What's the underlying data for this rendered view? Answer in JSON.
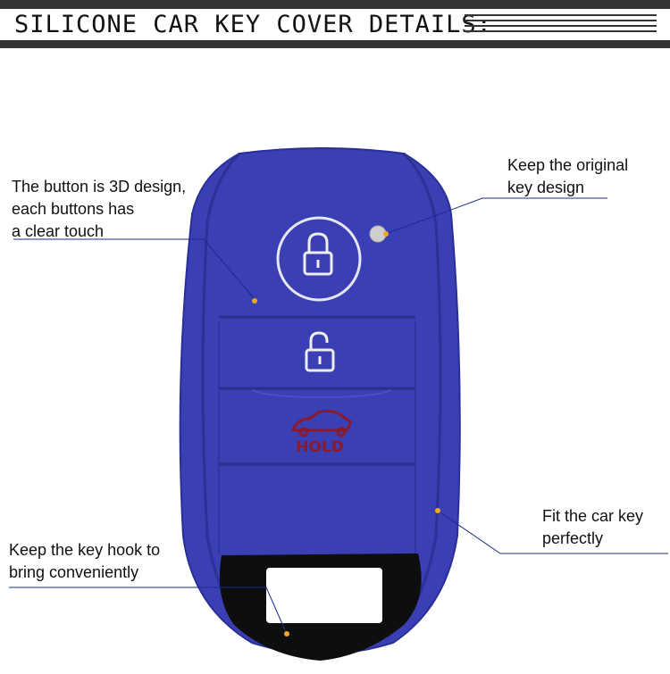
{
  "header": {
    "title": "SILICONE CAR KEY COVER DETAILS:"
  },
  "callouts": {
    "button_3d": [
      "The button is 3D design,",
      "each buttons has",
      "a clear touch"
    ],
    "original_design": [
      "Keep the original",
      "key design"
    ],
    "fit": [
      "Fit the car key",
      "perfectly"
    ],
    "key_hook": [
      "Keep the key hook to",
      "bring conveniently"
    ]
  },
  "key": {
    "button_3_label": "HOLD",
    "cover_color": "#3a3fb4",
    "hold_color": "#8b1a2a",
    "marker_color": "#f5a623",
    "leader_color": "#1c2a8a"
  },
  "icons": [
    "lock-icon",
    "unlock-icon",
    "car-trunk-icon"
  ]
}
